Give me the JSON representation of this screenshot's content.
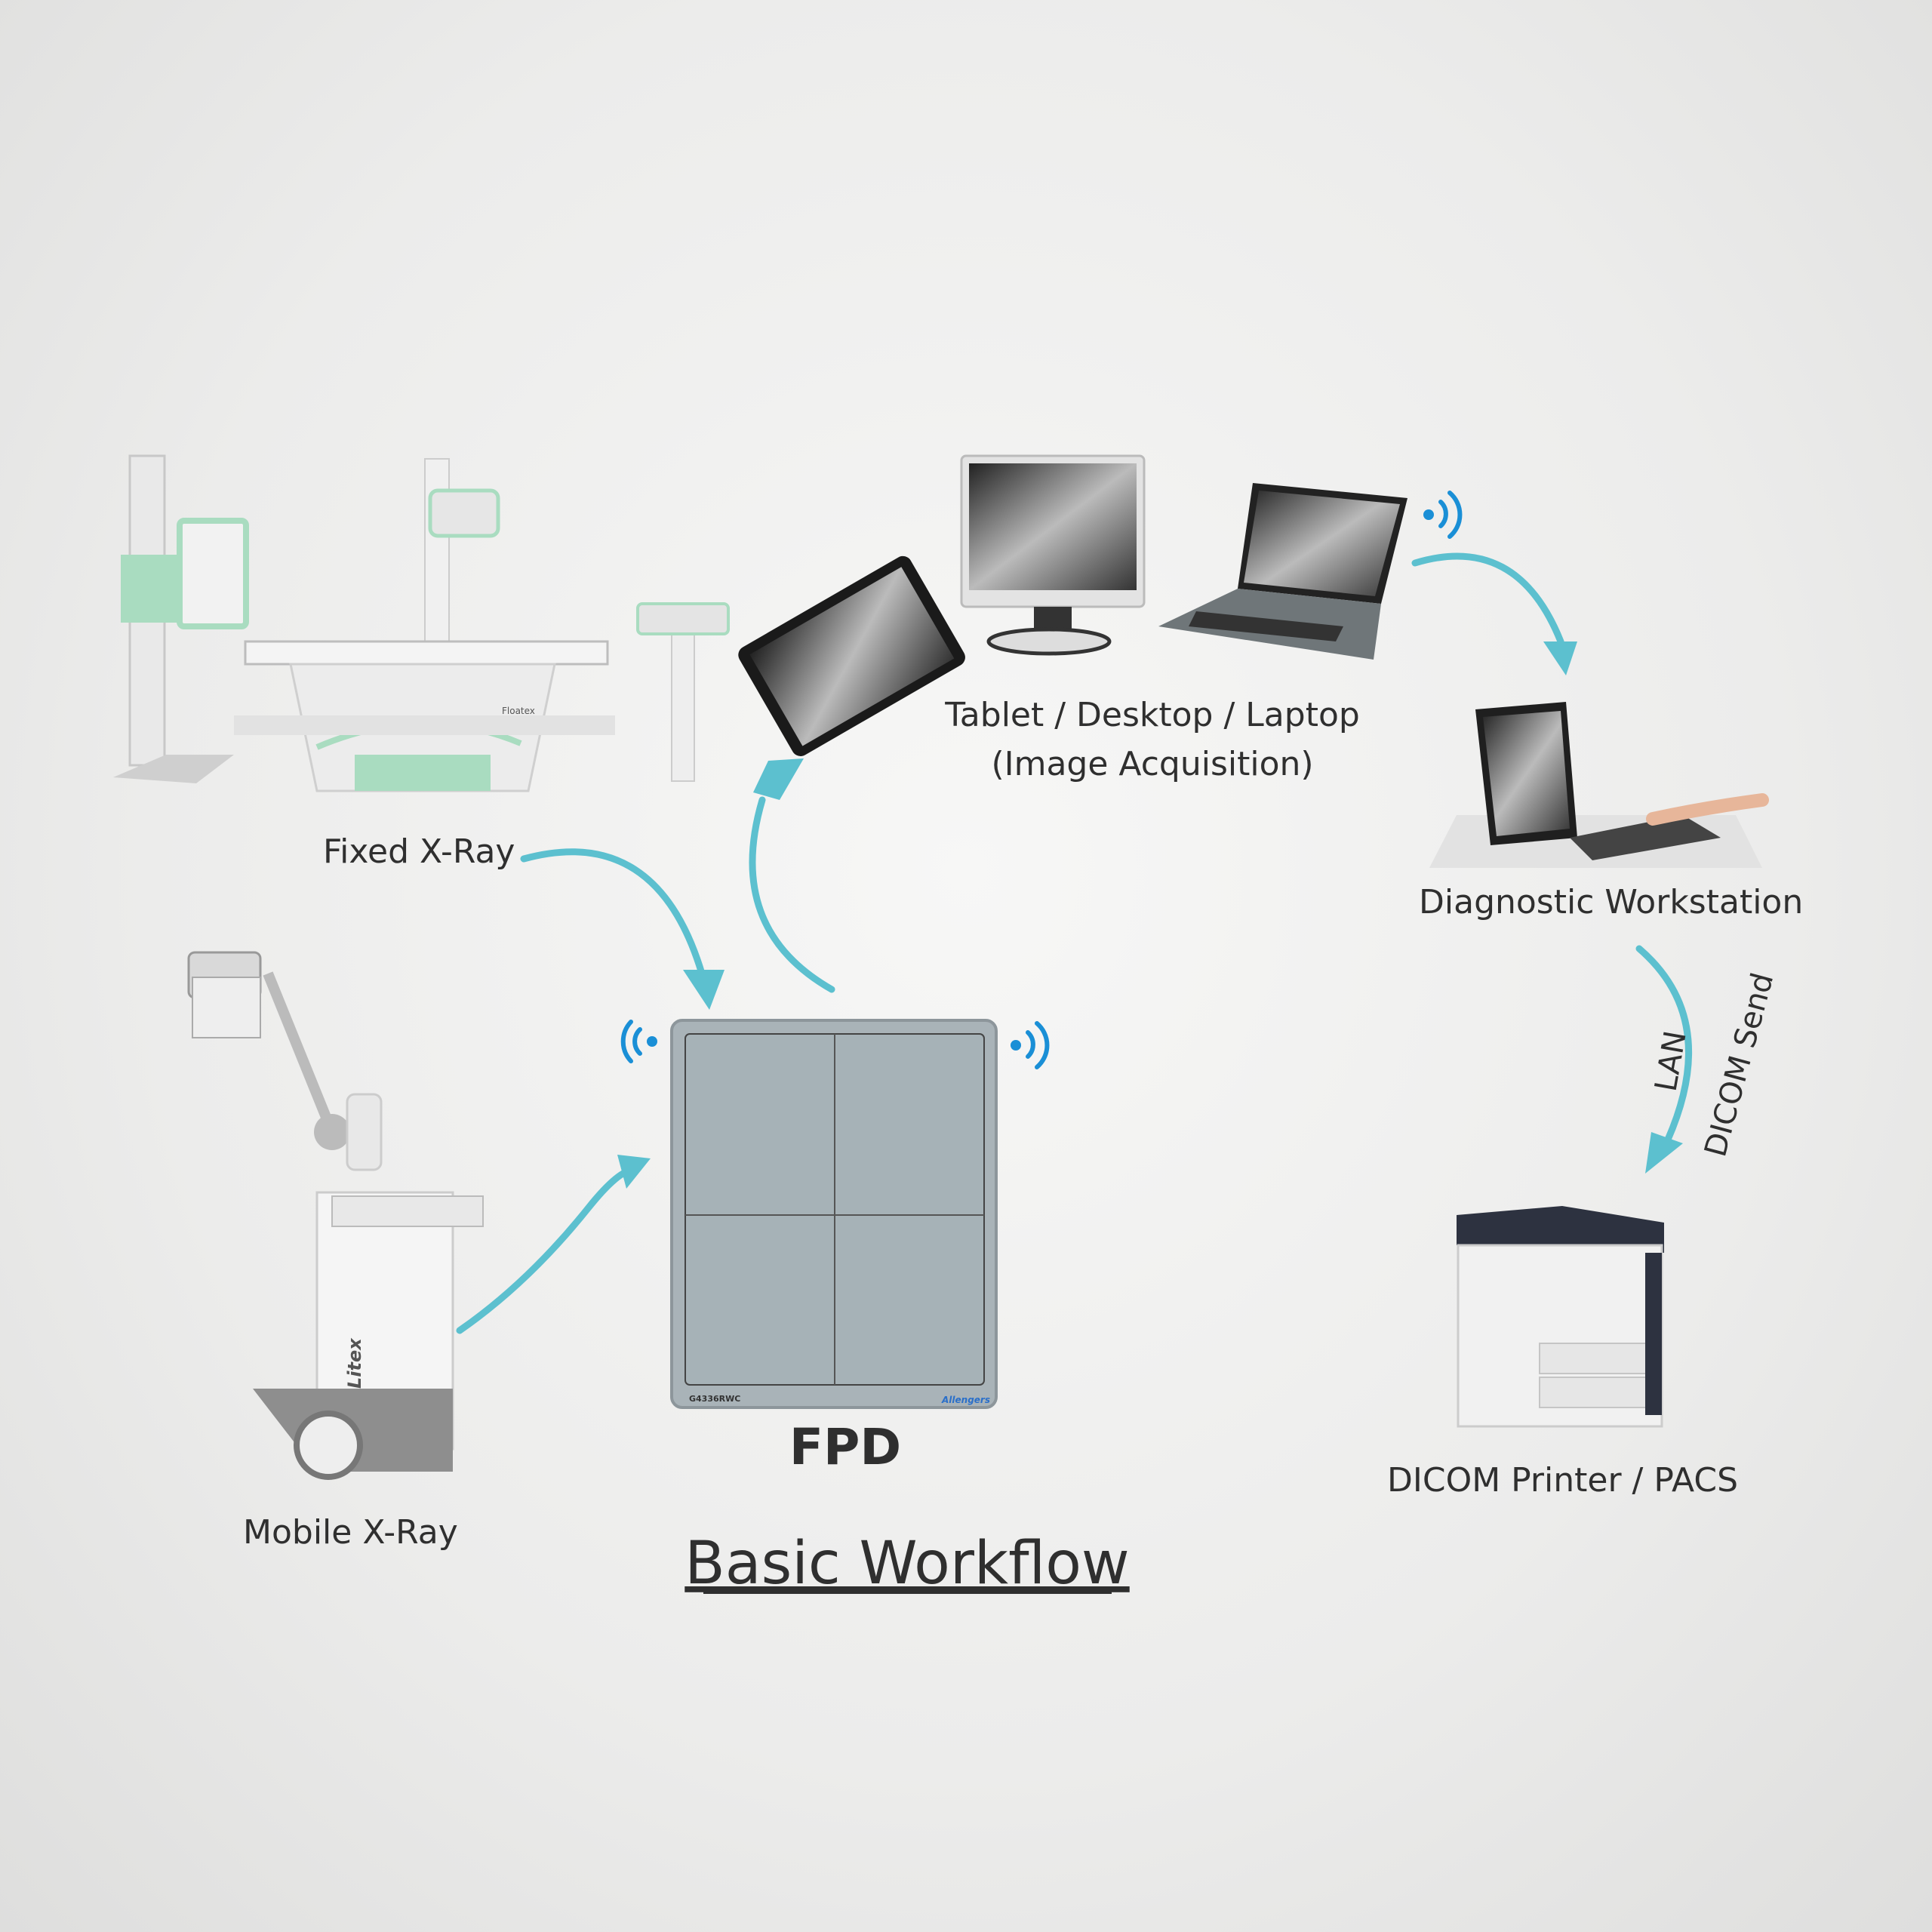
{
  "labels": {
    "fixed_xray": "Fixed X-Ray",
    "mobile_xray": "Mobile X-Ray",
    "acquisition_line1": "Tablet / Desktop / Laptop",
    "acquisition_line2": "(Image Acquisition)",
    "diagnostic_workstation": "Diagnostic Workstation",
    "lan": "LAN",
    "dicom_send": "DICOM Send",
    "printer_pacs": "DICOM Printer / PACS",
    "fpd": "FPD",
    "title": "Basic Workflow"
  },
  "device_marks": {
    "fpd_model": "G4336RWC",
    "fpd_brand": "Allengers",
    "fixed_brand": "Floatex",
    "mobile_brand": "Litex"
  },
  "colors": {
    "arrow": "#5cc0cf",
    "wifi": "#1a8fd6",
    "xray_green": "#a9dcc0",
    "text": "#2f2f2f"
  }
}
